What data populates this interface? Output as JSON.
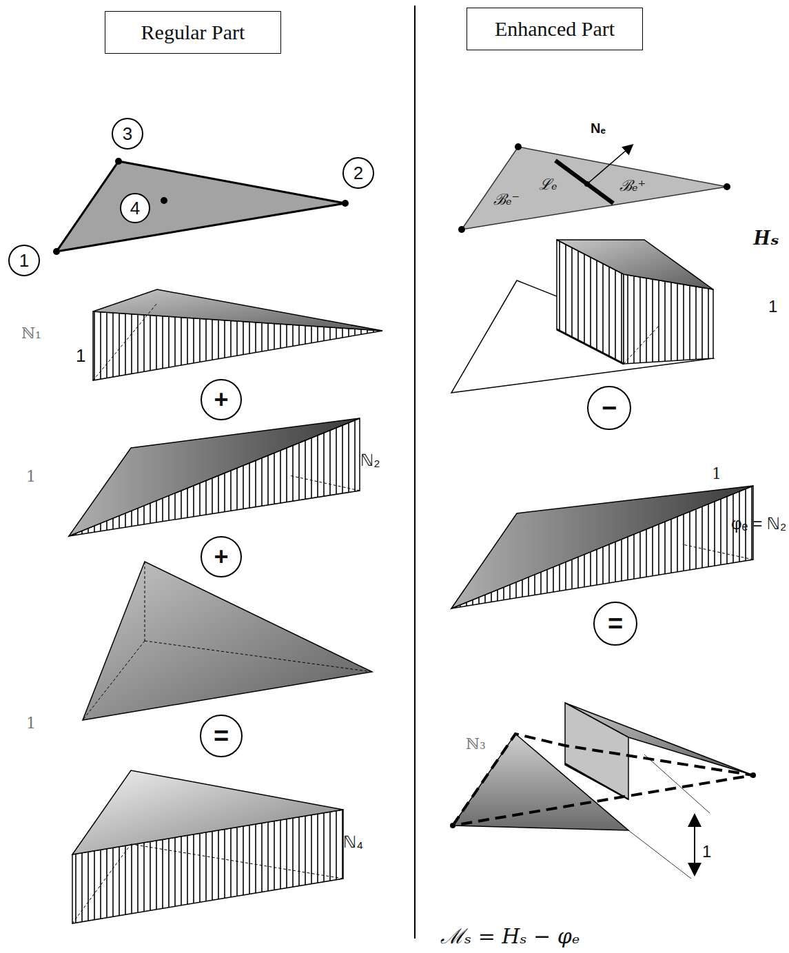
{
  "diagram": {
    "nodes": [
      {
        "text": [
          "Regular Part"
        ]
      },
      {
        "text": [
          "Enhanced Part"
        ]
      },
      {
        "text": [
          "3"
        ]
      },
      {
        "text": [
          "2"
        ]
      },
      {
        "text": [
          "4"
        ]
      },
      {
        "text": [
          "1"
        ]
      },
      {
        "text": [
          "+"
        ]
      },
      {
        "text": [
          "−"
        ]
      },
      {
        "text": [
          "+"
        ]
      },
      {
        "text": [
          "="
        ]
      },
      {
        "text": [
          "="
        ]
      }
    ],
    "labels": [
      "Nₑ",
      "ℒₑ",
      "ℬₑ⁻",
      "ℬₑ⁺",
      "Hₛ",
      "ℕ₁",
      "1",
      "1",
      "ℕ₂",
      "1",
      "φₑ = ℕ₂",
      "1",
      "ℕ₃",
      "ℕ₄",
      "1",
      "1",
      "ℳₛ = Hₛ − φₑ"
    ]
  }
}
